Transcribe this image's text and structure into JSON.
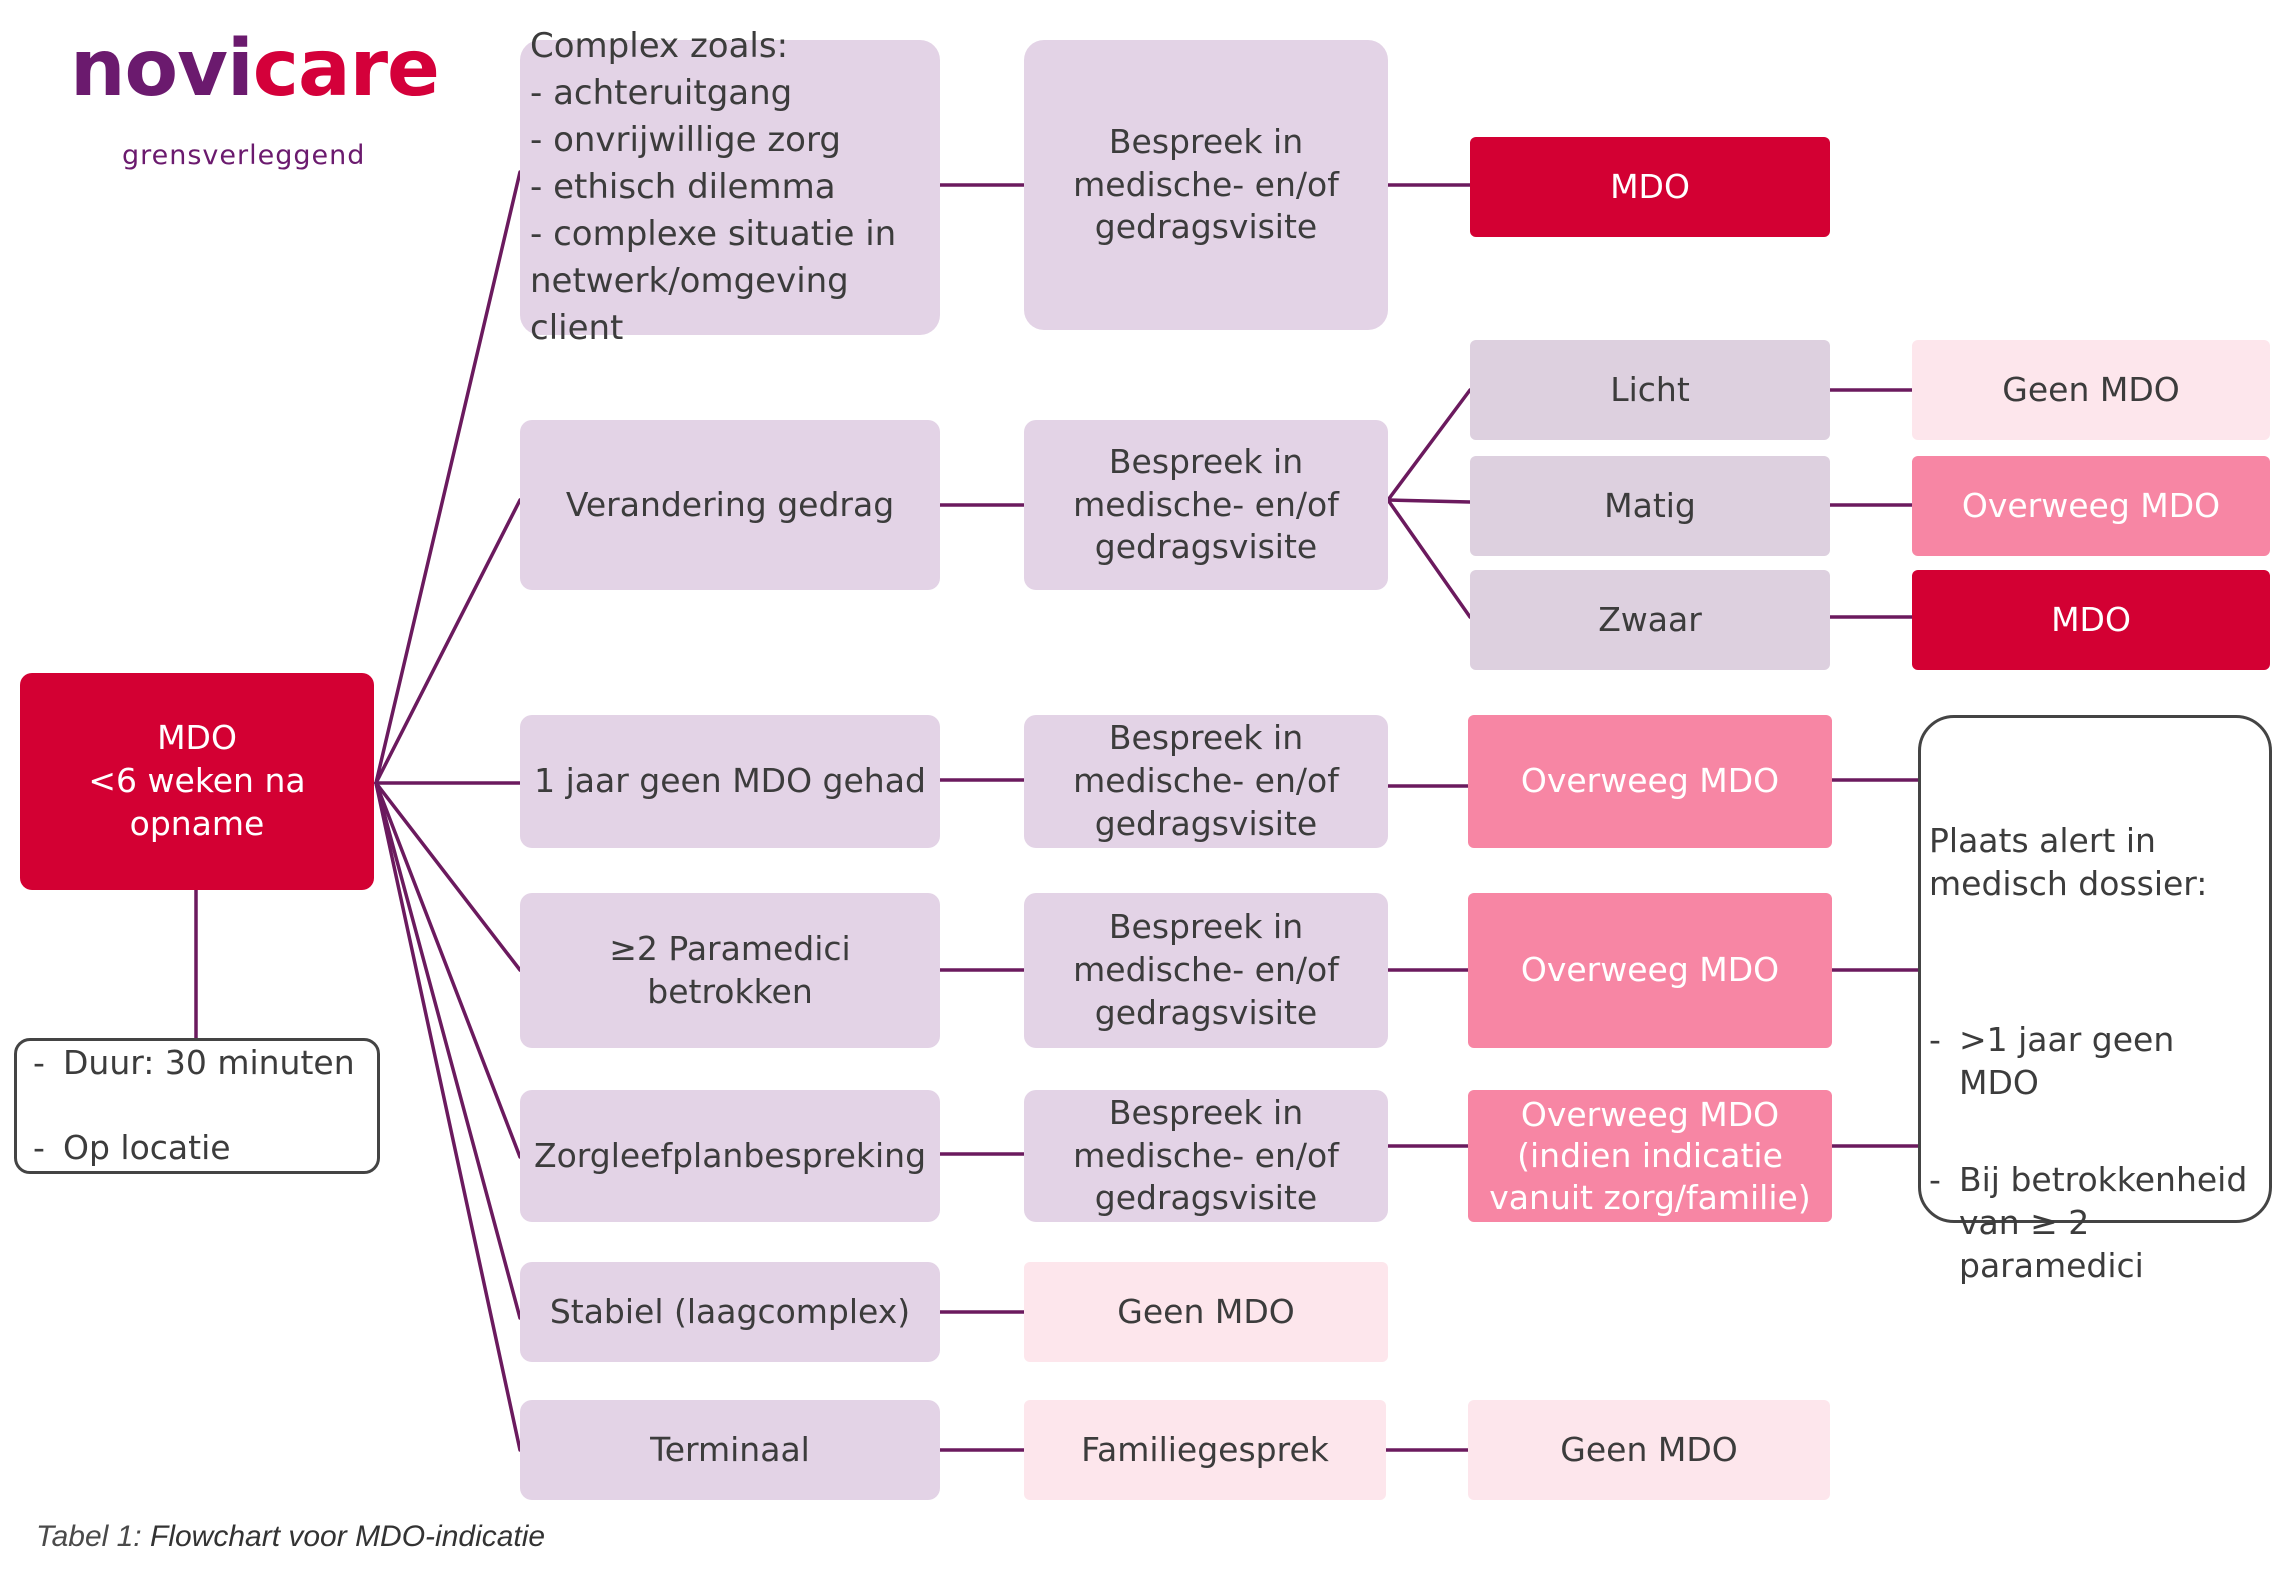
{
  "logo": {
    "word_part1": "novi",
    "word_part2": "care",
    "tagline": "grensverleggend"
  },
  "start": {
    "title": "MDO",
    "subtitle": "<6 weken na opname"
  },
  "info_box": {
    "items": [
      "Duur: 30 minuten",
      "Op locatie"
    ]
  },
  "rows": {
    "complex": {
      "criteria": "Complex zoals:\n- achteruitgang\n- onvrijwillige zorg\n- ethisch dilemma\n- complexe situatie in netwerk/omgeving client",
      "step": "Bespreek in medische- en/of gedragsvisite",
      "outcome": "MDO"
    },
    "gedrag": {
      "criteria": "Verandering gedrag",
      "step": "Bespreek in medische- en/of gedragsvisite",
      "levels": [
        {
          "label": "Licht",
          "outcome": "Geen MDO"
        },
        {
          "label": "Matig",
          "outcome": "Overweeg MDO"
        },
        {
          "label": "Zwaar",
          "outcome": "MDO"
        }
      ]
    },
    "jaar": {
      "criteria": "1 jaar geen MDO gehad",
      "step": "Bespreek in medische- en/of gedragsvisite",
      "outcome": "Overweeg MDO"
    },
    "paramedici": {
      "criteria": "≥2 Paramedici betrokken",
      "step": "Bespreek in medische- en/of gedragsvisite",
      "outcome": "Overweeg MDO"
    },
    "zorgleefplan": {
      "criteria": "Zorgleefplanbespreking",
      "step": "Bespreek in medische- en/of gedragsvisite",
      "outcome": "Overweeg MDO (indien indicatie vanuit zorg/familie)"
    },
    "stabiel": {
      "criteria": "Stabiel (laagcomplex)",
      "outcome": "Geen MDO"
    },
    "terminaal": {
      "criteria": "Terminaal",
      "step": "Familiegesprek",
      "outcome": "Geen MDO"
    }
  },
  "alert_box": {
    "title": "Plaats alert in medisch dossier:",
    "items": [
      ">1 jaar geen MDO",
      "Bij betrokkenheid van ≥ 2 paramedici"
    ]
  },
  "caption": {
    "label": "Tabel 1:",
    "text": "Flowchart voor MDO-indicatie"
  },
  "colors": {
    "connector": "#6b1a5e",
    "red": "#d30033",
    "pink": "#f786a4",
    "blush": "#fde6ec",
    "lilac": "#e3d3e6"
  }
}
